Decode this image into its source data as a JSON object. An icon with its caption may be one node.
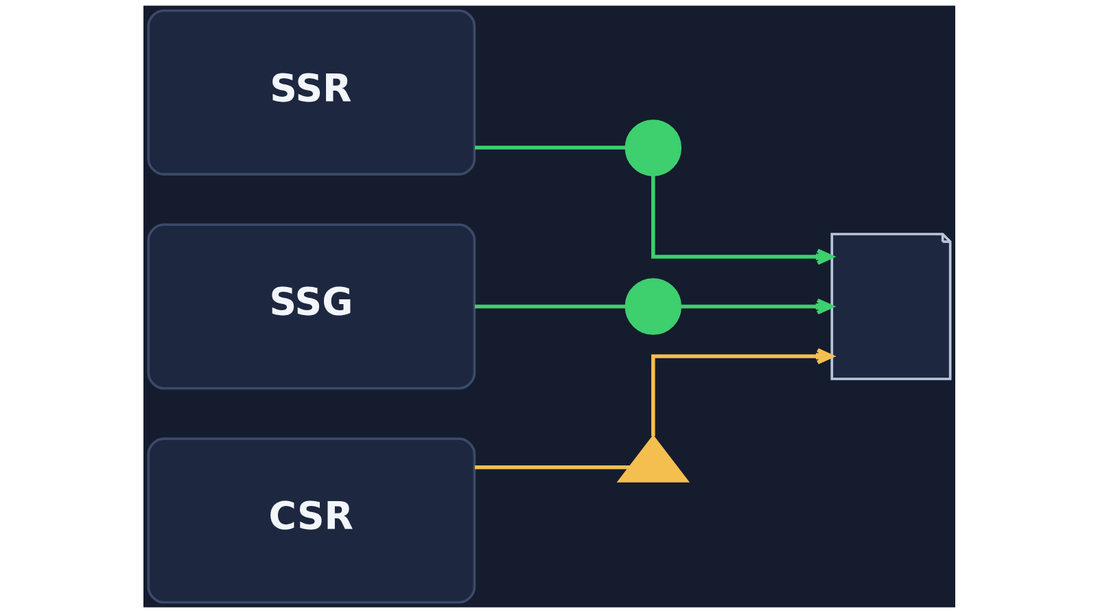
{
  "diagram": {
    "nodes": [
      {
        "text": [
          "SSR"
        ]
      },
      {
        "text": [
          "SSG"
        ]
      },
      {
        "text": [
          "CSR"
        ]
      },
      {
        "text": [],
        "shape": "circle"
      },
      {
        "text": [],
        "shape": "circle"
      },
      {
        "text": [],
        "shape": "triangle"
      },
      {
        "text": [],
        "shape": "picture"
      }
    ],
    "edges": [
      {
        "from": 0,
        "to": 3,
        "arrow": "none"
      },
      {
        "from": 3,
        "to": 6,
        "arrow": "to"
      },
      {
        "from": 1,
        "to": 4,
        "arrow": "none"
      },
      {
        "from": 4,
        "to": 6,
        "arrow": "to"
      },
      {
        "from": 2,
        "to": 5,
        "arrow": "none",
        "color": "#f5bf4f"
      },
      {
        "from": 5,
        "to": 6,
        "arrow": "to",
        "color": "#f5bf4f"
      }
    ]
  }
}
